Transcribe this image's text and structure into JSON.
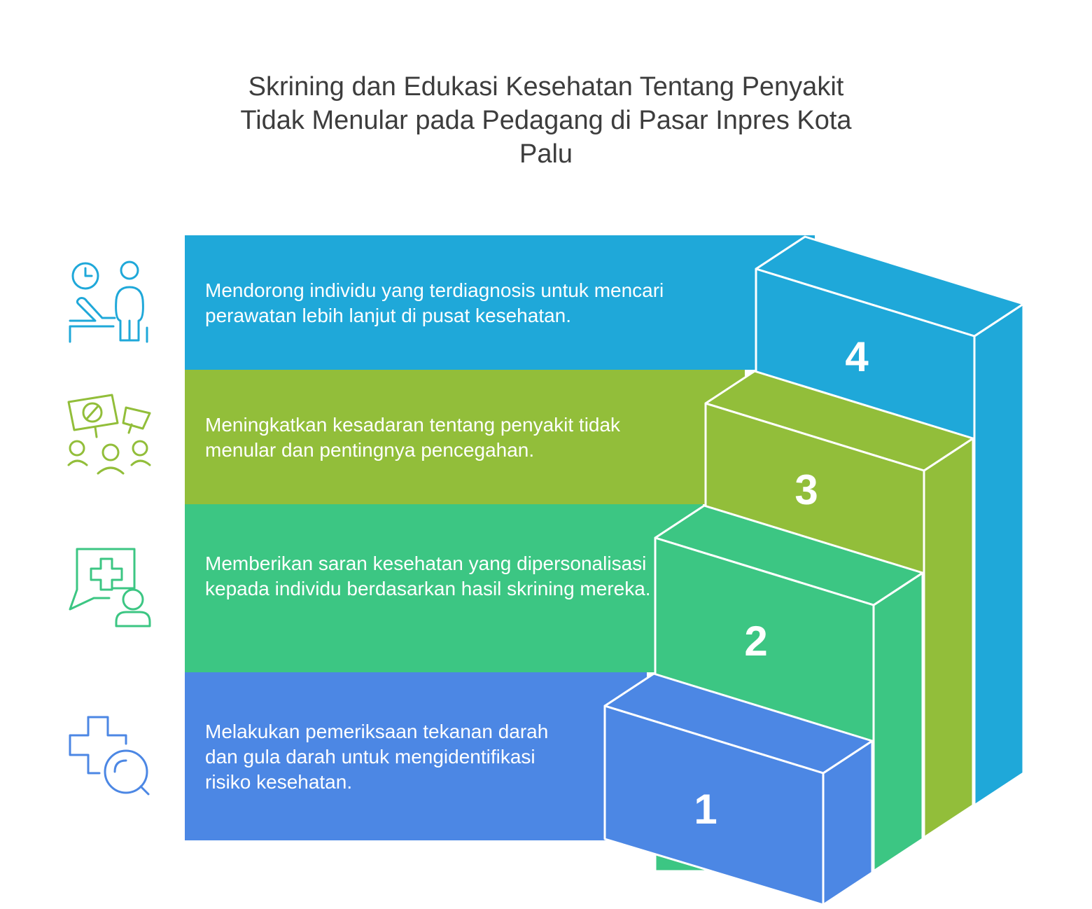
{
  "title": "Skrining dan Edukasi Kesehatan Tentang Penyakit Tidak Menular pada Pedagang di Pasar Inpres Kota Palu",
  "colors": {
    "step1": "#4c87e4",
    "step2": "#3cc683",
    "step3": "#92be3a",
    "step4": "#1fa8d9",
    "title_text": "#3d3d3d",
    "outline": "#ffffff"
  },
  "steps": [
    {
      "number": "1",
      "text": "Melakukan pemeriksaan tekanan darah dan gula darah untuk mengidentifikasi risiko kesehatan.",
      "icon": "health-search-icon"
    },
    {
      "number": "2",
      "text": "Memberikan saran kesehatan yang dipersonalisasi kepada individu berdasarkan hasil skrining mereka.",
      "icon": "health-advice-chat-icon"
    },
    {
      "number": "3",
      "text": "Meningkatkan kesadaran tentang penyakit tidak menular dan pentingnya pencegahan.",
      "icon": "awareness-campaign-icon"
    },
    {
      "number": "4",
      "text": "Mendorong individu yang terdiagnosis untuk mencari perawatan lebih lanjut di pusat kesehatan.",
      "icon": "patient-care-icon"
    }
  ]
}
